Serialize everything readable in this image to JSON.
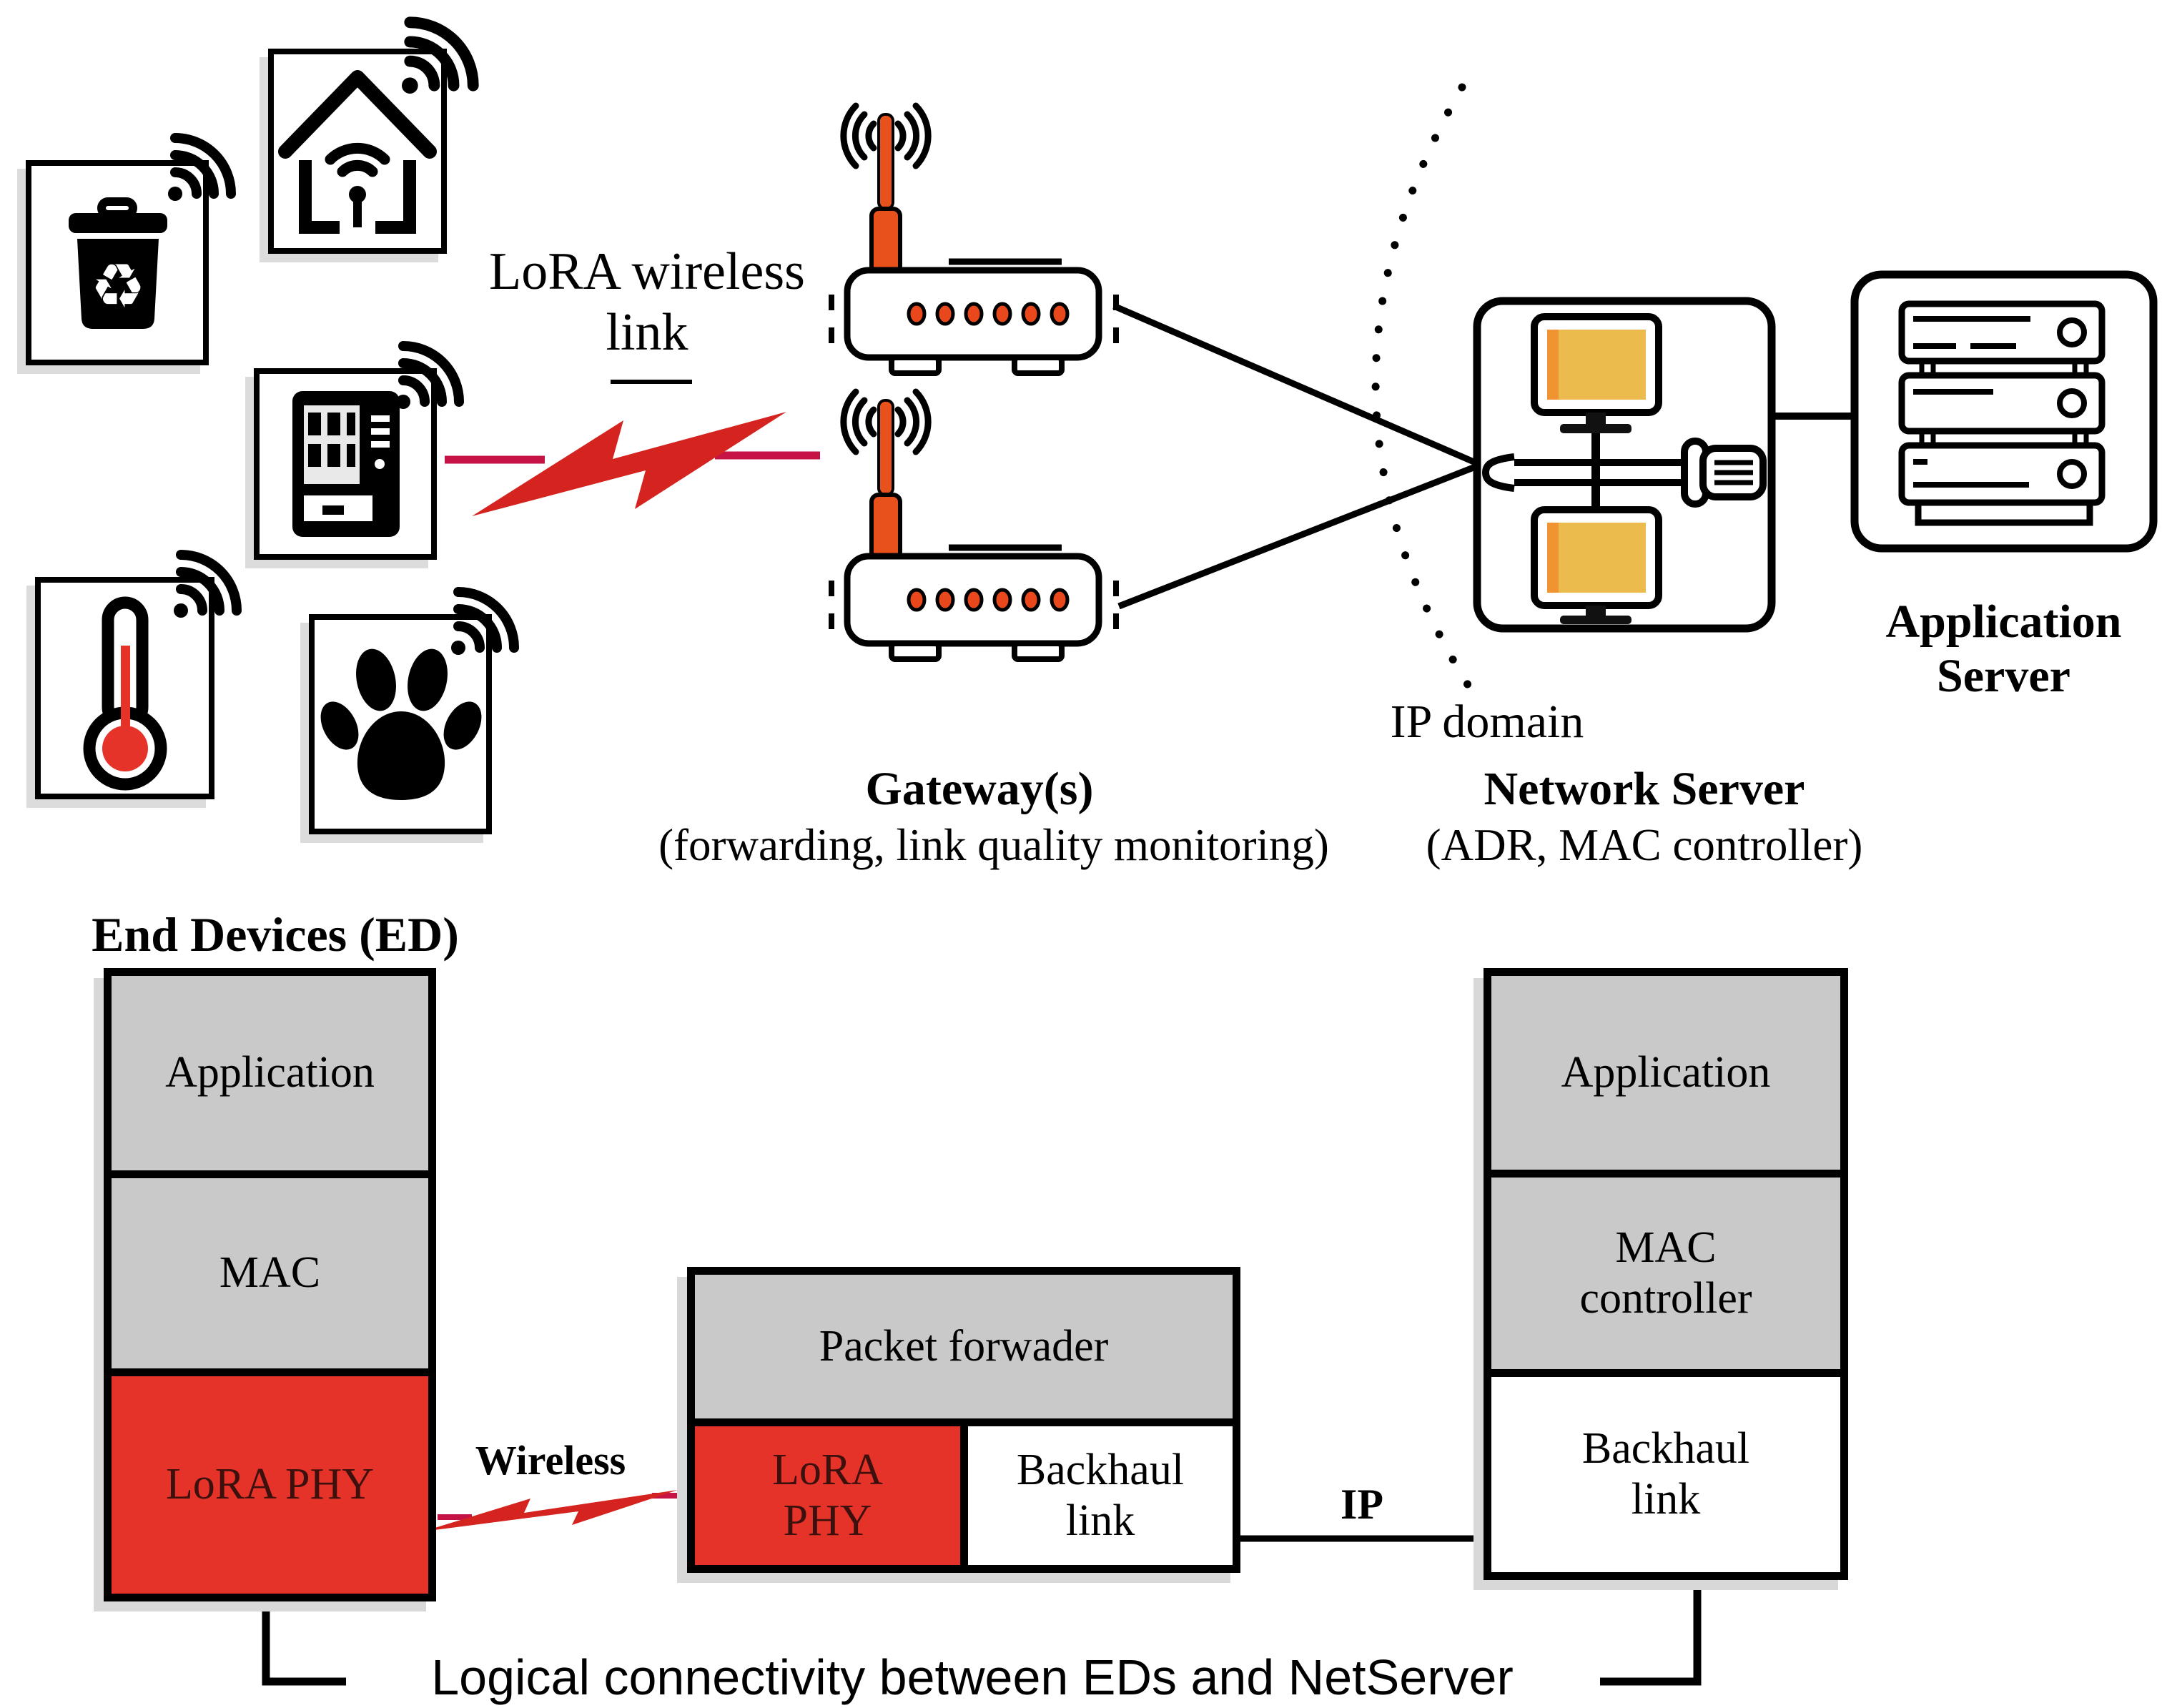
{
  "colors": {
    "red": "#e6332a",
    "bolt_red": "#d5231f",
    "crimson": "#c51345",
    "gray": "#c9c9c9",
    "orange": "#e8501c",
    "led_orange": "#e8481c",
    "screen_yellow": "#ecbb4d",
    "phy_text": "#3c100c",
    "line_black": "#000000"
  },
  "top": {
    "lora_link_line1": "LoRA wireless",
    "lora_link_line2": "link",
    "end_devices_label": "End Devices (ED)",
    "gateway_label": "Gateway(s)",
    "gateway_sublabel": "(forwarding, link quality monitoring)",
    "network_server_label": "Network Server",
    "network_server_sublabel": "(ADR, MAC controller)",
    "ip_domain_label": "IP domain",
    "app_server_label_line1": "Application",
    "app_server_label_line2": "Server"
  },
  "stacks": {
    "ed": {
      "rows": [
        "Application",
        "MAC",
        "LoRA PHY"
      ]
    },
    "gateway": {
      "header": "Packet forwader",
      "left_cell": "LoRA PHY",
      "right_cell": "Backhaul link"
    },
    "netserver": {
      "rows": [
        "Application",
        "MAC controller",
        "Backhaul link"
      ]
    },
    "wireless_label": "Wireless",
    "ip_label": "IP",
    "caption": "Logical connectivity between EDs and NetServer"
  }
}
